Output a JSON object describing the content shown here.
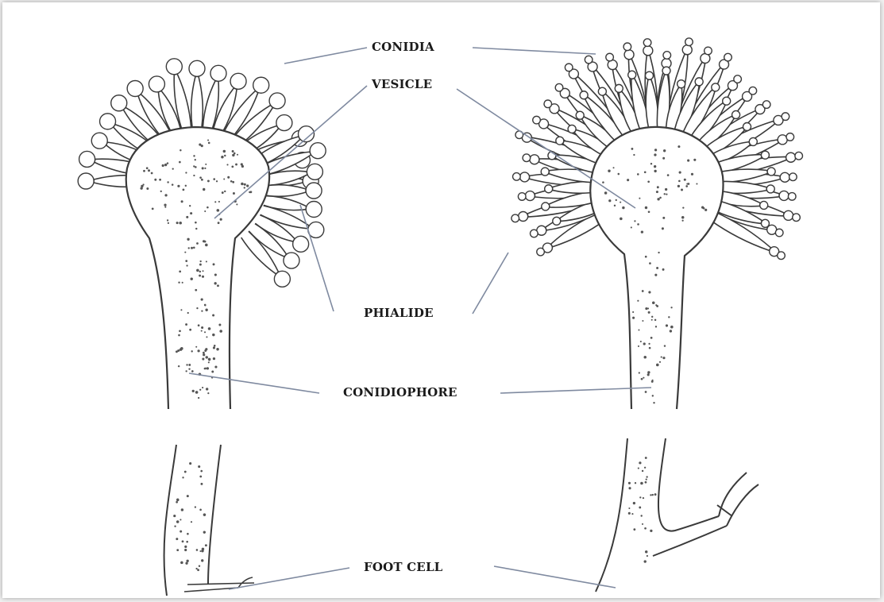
{
  "labels": {
    "conidia": "CONIDIA",
    "vesicle": "VESICLE",
    "phialide": "PHIALIDE",
    "conidiophore": "CONIDIOPHORE",
    "foot_cell": "FOOT CELL"
  },
  "colors": {
    "ink": "#3a3a3a",
    "leader": "#7f8aa0",
    "paper": "#ffffff",
    "border": "#d6d6d6"
  }
}
